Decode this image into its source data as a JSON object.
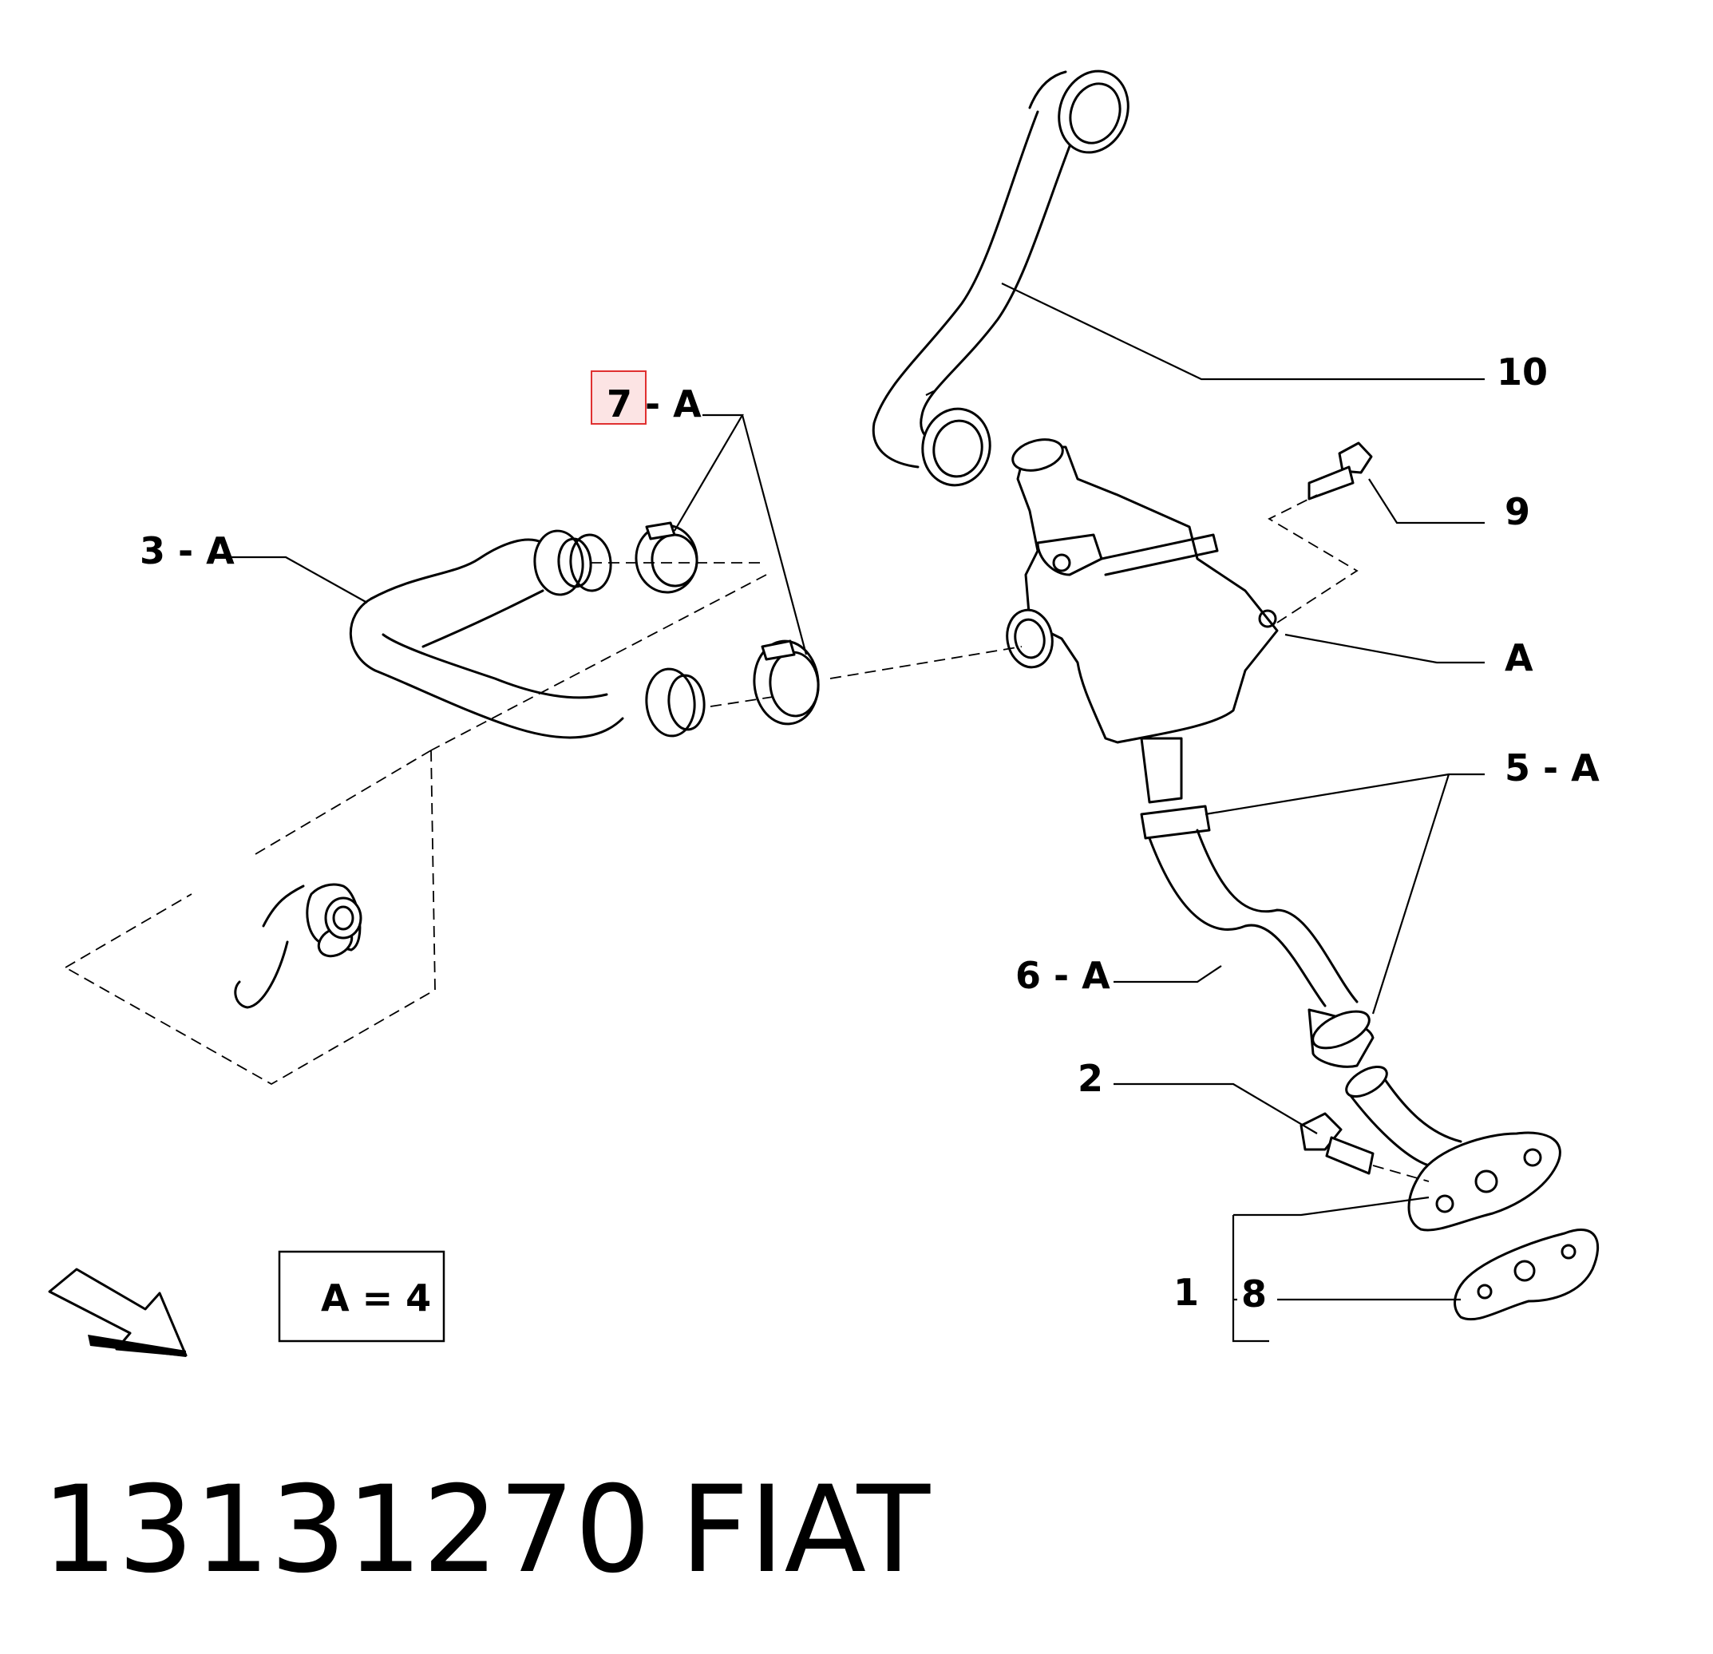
{
  "labels": {
    "part_10": "10",
    "part_7a": "7 - A",
    "part_9": "9",
    "part_3a": "3 - A",
    "part_a": "A",
    "part_5a": "5 - A",
    "part_6a": "6 - A",
    "part_2": "2",
    "part_1": "1",
    "part_8": "8"
  },
  "legend": {
    "text": "A = 4"
  },
  "highlight": {
    "color": "#e03030",
    "fill": "#fce4e4"
  },
  "footer": {
    "part_number": "13131270",
    "brand": "FIAT"
  },
  "icons": {
    "orientation": "view-direction-arrow-icon"
  }
}
